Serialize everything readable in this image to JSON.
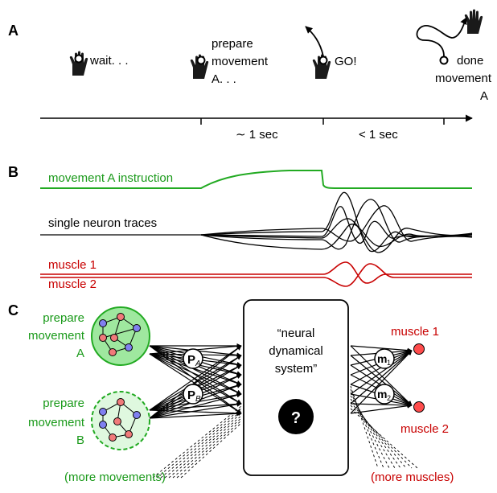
{
  "panels": {
    "a": "A",
    "b": "B",
    "c": "C"
  },
  "panel_a": {
    "wait": "wait. . .",
    "prepare": [
      "prepare",
      "movement",
      "A. . ."
    ],
    "go": "GO!",
    "done": [
      "done",
      "movement",
      "A"
    ],
    "interval_1": "∼ 1 sec",
    "interval_2": "< 1 sec"
  },
  "panel_b": {
    "instruction": "movement A instruction",
    "neurons": "single neuron traces",
    "muscle_1": "muscle 1",
    "muscle_2": "muscle 2"
  },
  "panel_c": {
    "prepare_a": [
      "prepare",
      "movement",
      "A"
    ],
    "prepare_b": [
      "prepare",
      "movement",
      "B"
    ],
    "p_a": "P",
    "p_a_sub": "A",
    "p_b": "P",
    "p_b_sub": "B",
    "system": [
      "“neural",
      "dynamical",
      "system”"
    ],
    "question": "?",
    "m1": "m",
    "m1_sub": "1",
    "m2": "m",
    "m2_sub": "2",
    "muscle_1": "muscle 1",
    "muscle_2": "muscle 2",
    "more_movements": "(more movements)",
    "more_muscles": "(more muscles)"
  },
  "colors": {
    "green": "#1a9a1a",
    "red": "#c80000",
    "node_red": "#f07a7a",
    "node_blue": "#8080f0",
    "circle_fill": "#9fe89f"
  },
  "icons": [
    "hand-icon",
    "cursor-circle-icon",
    "movement-arrow-icon"
  ]
}
